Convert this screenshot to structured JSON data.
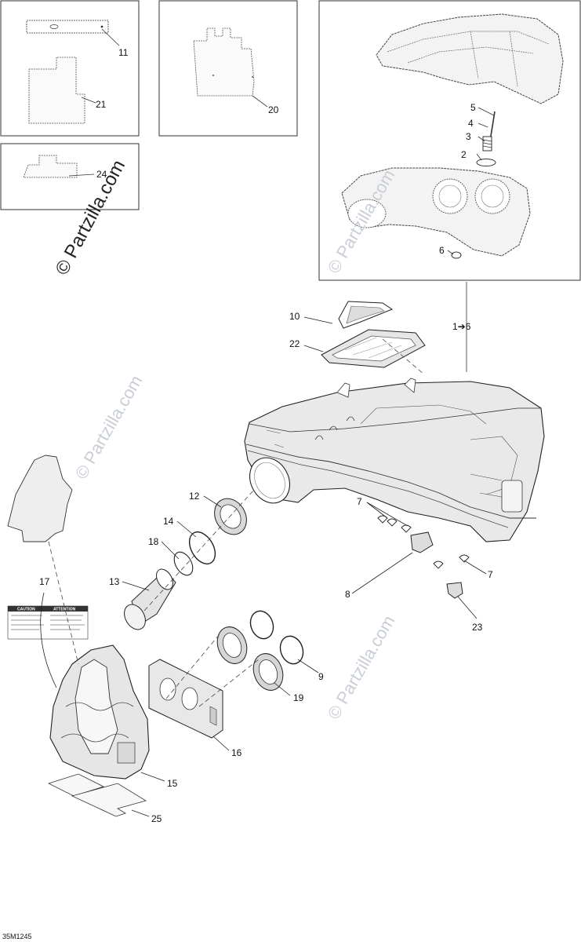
{
  "diagram_code": "35M1245",
  "watermark_main": "© Partzilla.com",
  "watermark_faint": "© Partzilla.com",
  "caution_title": "CAUTION",
  "attention_title": "ATTENTION",
  "callouts": {
    "c1": "1",
    "c2": "2",
    "c3": "3",
    "c4": "4",
    "c5": "5",
    "c6": "6",
    "c7a": "7",
    "c7b": "7",
    "c8": "8",
    "c9": "9",
    "c10": "10",
    "c11": "11",
    "c12": "12",
    "c13": "13",
    "c14": "14",
    "c15": "15",
    "c16": "16",
    "c17": "17",
    "c18": "18",
    "c19": "19",
    "c20": "20",
    "c21": "21",
    "c22": "22",
    "c23": "23",
    "c24": "24",
    "c25": "25",
    "range": "1➔6"
  }
}
